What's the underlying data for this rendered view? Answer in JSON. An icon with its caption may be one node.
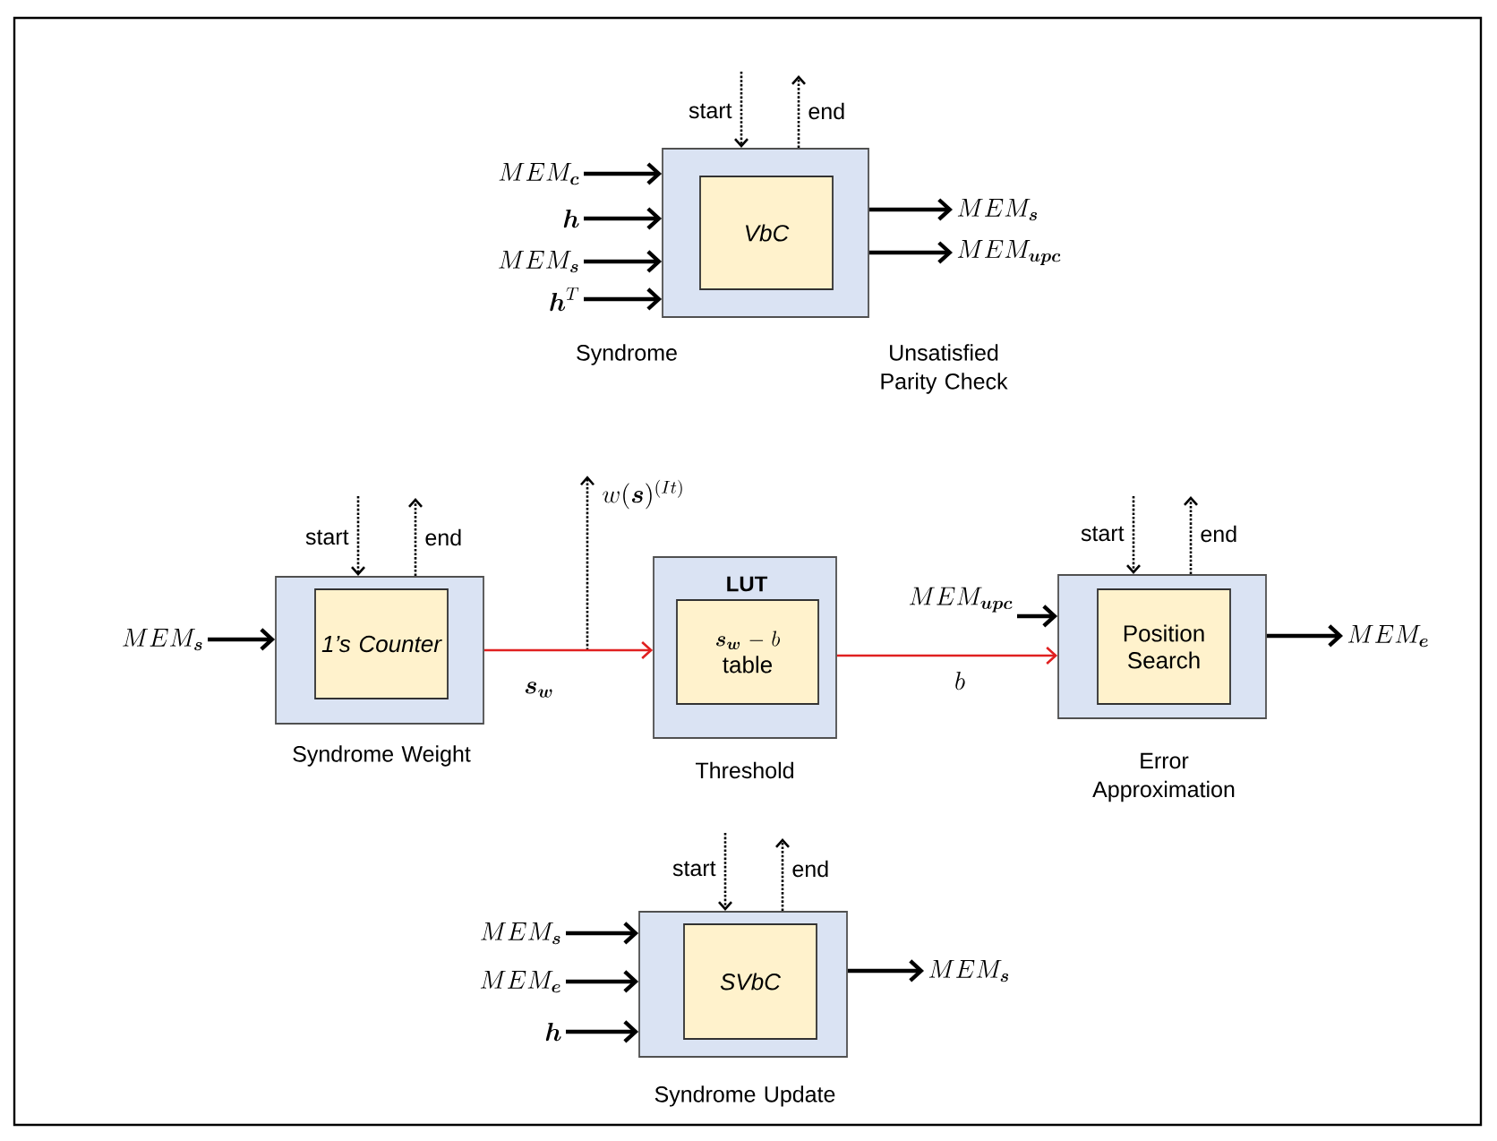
{
  "diagram": {
    "nodes": [
      {
        "text": [
          "MEM_{\\boldsymbol{c}}"
        ]
      },
      {
        "text": [
          "\\boldsymbol{h}"
        ]
      },
      {
        "text": [
          "MEM_{\\boldsymbol{s}}"
        ]
      },
      {
        "text": [
          "\\boldsymbol{h}^{T}"
        ]
      },
      {
        "text": [],
        "shape": "box",
        "beside": [
          "Syndrome",
          "Unsatisfied Parity Check"
        ]
      },
      {
        "text": [
          "VbC"
        ],
        "in": 4
      },
      {
        "text": [
          "MEM_{\\boldsymbol{s}}"
        ]
      },
      {
        "text": [
          "MEM_{\\boldsymbol{upc}}"
        ]
      },
      {
        "text": [
          "w(\\boldsymbol{s})^{(It)}"
        ]
      },
      {
        "text": [
          "MEM_{\\boldsymbol{s}}"
        ]
      },
      {
        "text": [],
        "shape": "box",
        "beside": [
          "Syndrome Weight"
        ]
      },
      {
        "text": [
          "1’s Counter"
        ],
        "in": 10
      },
      {
        "text": [
          "LUT"
        ],
        "beside": [
          "Threshold"
        ]
      },
      {
        "text": [
          "\\boldsymbol{s}_{\\boldsymbol{w}}-b",
          "table"
        ],
        "in": 12
      },
      {
        "text": [
          "MEM_{\\boldsymbol{upc}}"
        ]
      },
      {
        "text": [],
        "shape": "box",
        "beside": [
          "Error Approximation"
        ]
      },
      {
        "text": [
          "Position Search"
        ],
        "in": 15
      },
      {
        "text": [
          "MEM_{\\boldsymbol{e}}"
        ]
      },
      {
        "text": [
          "MEM_{\\boldsymbol{s}}"
        ]
      },
      {
        "text": [
          "MEM_{\\boldsymbol{e}}"
        ]
      },
      {
        "text": [
          "\\boldsymbol{h}"
        ]
      },
      {
        "text": [],
        "shape": "box",
        "beside": [
          "Syndrome Update"
        ]
      },
      {
        "text": [
          "SVbC"
        ],
        "in": 21
      },
      {
        "text": [
          "MEM_{\\boldsymbol{s}}"
        ]
      }
    ],
    "edges": [
      {
        "from": 0,
        "to": 4,
        "arrow": "to"
      },
      {
        "from": 1,
        "to": 4,
        "arrow": "to"
      },
      {
        "from": 2,
        "to": 4,
        "arrow": "to"
      },
      {
        "from": 3,
        "to": 4,
        "arrow": "to"
      },
      {
        "from": null,
        "to": 4,
        "arrow": "to",
        "label": "start",
        "style": "dashed"
      },
      {
        "from": 4,
        "to": null,
        "arrow": "to",
        "label": "end",
        "style": "dashed"
      },
      {
        "from": 4,
        "to": 6,
        "arrow": "to"
      },
      {
        "from": 4,
        "to": 7,
        "arrow": "to"
      },
      {
        "from": 9,
        "to": 10,
        "arrow": "to"
      },
      {
        "from": null,
        "to": 10,
        "arrow": "to",
        "label": "start",
        "style": "dashed"
      },
      {
        "from": 10,
        "to": null,
        "arrow": "to",
        "label": "end",
        "style": "dashed"
      },
      {
        "from": null,
        "to": 8,
        "arrow": "to",
        "style": "dashed"
      },
      {
        "from": 10,
        "to": 12,
        "arrow": "to",
        "label": "\\boldsymbol{s}_{\\boldsymbol{w}}",
        "color": "#e02020"
      },
      {
        "from": 12,
        "to": 15,
        "arrow": "to",
        "label": "b",
        "color": "#e02020"
      },
      {
        "from": 14,
        "to": 15,
        "arrow": "to"
      },
      {
        "from": null,
        "to": 15,
        "arrow": "to",
        "label": "start",
        "style": "dashed"
      },
      {
        "from": 15,
        "to": null,
        "arrow": "to",
        "label": "end",
        "style": "dashed"
      },
      {
        "from": 15,
        "to": 17,
        "arrow": "to"
      },
      {
        "from": 18,
        "to": 21,
        "arrow": "to"
      },
      {
        "from": 19,
        "to": 21,
        "arrow": "to"
      },
      {
        "from": 20,
        "to": 21,
        "arrow": "to"
      },
      {
        "from": null,
        "to": 21,
        "arrow": "to",
        "label": "start",
        "style": "dashed"
      },
      {
        "from": 21,
        "to": null,
        "arrow": "to",
        "label": "end",
        "style": "dashed"
      },
      {
        "from": 21,
        "to": 23,
        "arrow": "to"
      }
    ]
  }
}
